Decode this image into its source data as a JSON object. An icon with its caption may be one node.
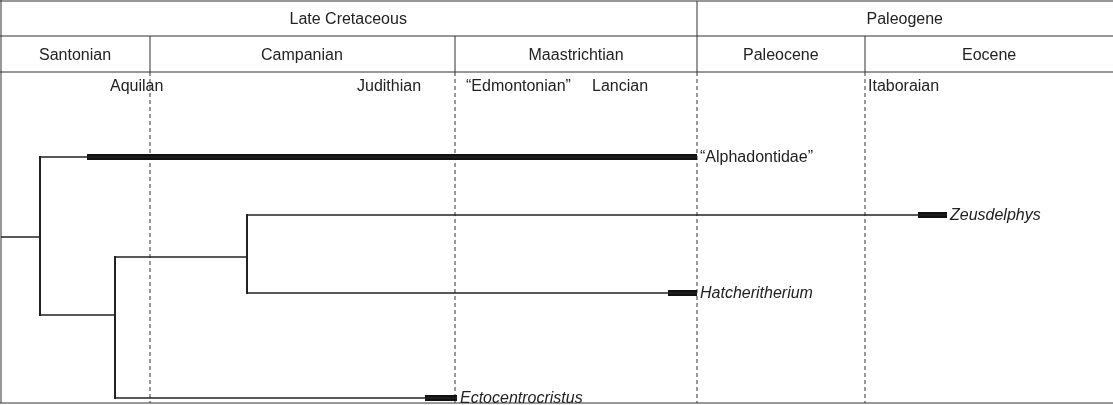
{
  "diagram": {
    "nodes": [
      {
        "text": [
          "“Alphadontidae”"
        ]
      },
      {
        "text": [
          "Zeusdelphys"
        ]
      },
      {
        "text": [
          "Hatcheritherium"
        ]
      },
      {
        "text": [
          "Ectocentrocristus"
        ]
      },
      {
        "text": [],
        "shape": "point"
      },
      {
        "text": [],
        "shape": "point"
      },
      {
        "text": [],
        "shape": "point"
      }
    ],
    "edges": [
      {
        "from": null,
        "to": 4,
        "arrow": "none"
      },
      {
        "from": 4,
        "to": 0,
        "arrow": "none"
      },
      {
        "from": 4,
        "to": 5,
        "arrow": "none"
      },
      {
        "from": 5,
        "to": 6,
        "arrow": "none"
      },
      {
        "from": 6,
        "to": 1,
        "arrow": "none"
      },
      {
        "from": 6,
        "to": 2,
        "arrow": "none"
      },
      {
        "from": 5,
        "to": 3,
        "arrow": "none"
      }
    ],
    "labels": [
      "Late Cretaceous",
      "Paleogene",
      "Santonian",
      "Campanian",
      "Maastrichtian",
      "Paleocene",
      "Eocene",
      "Aquilan",
      "Judithian",
      "“Edmontonian”",
      "Lancian",
      "Itaboraian"
    ]
  }
}
